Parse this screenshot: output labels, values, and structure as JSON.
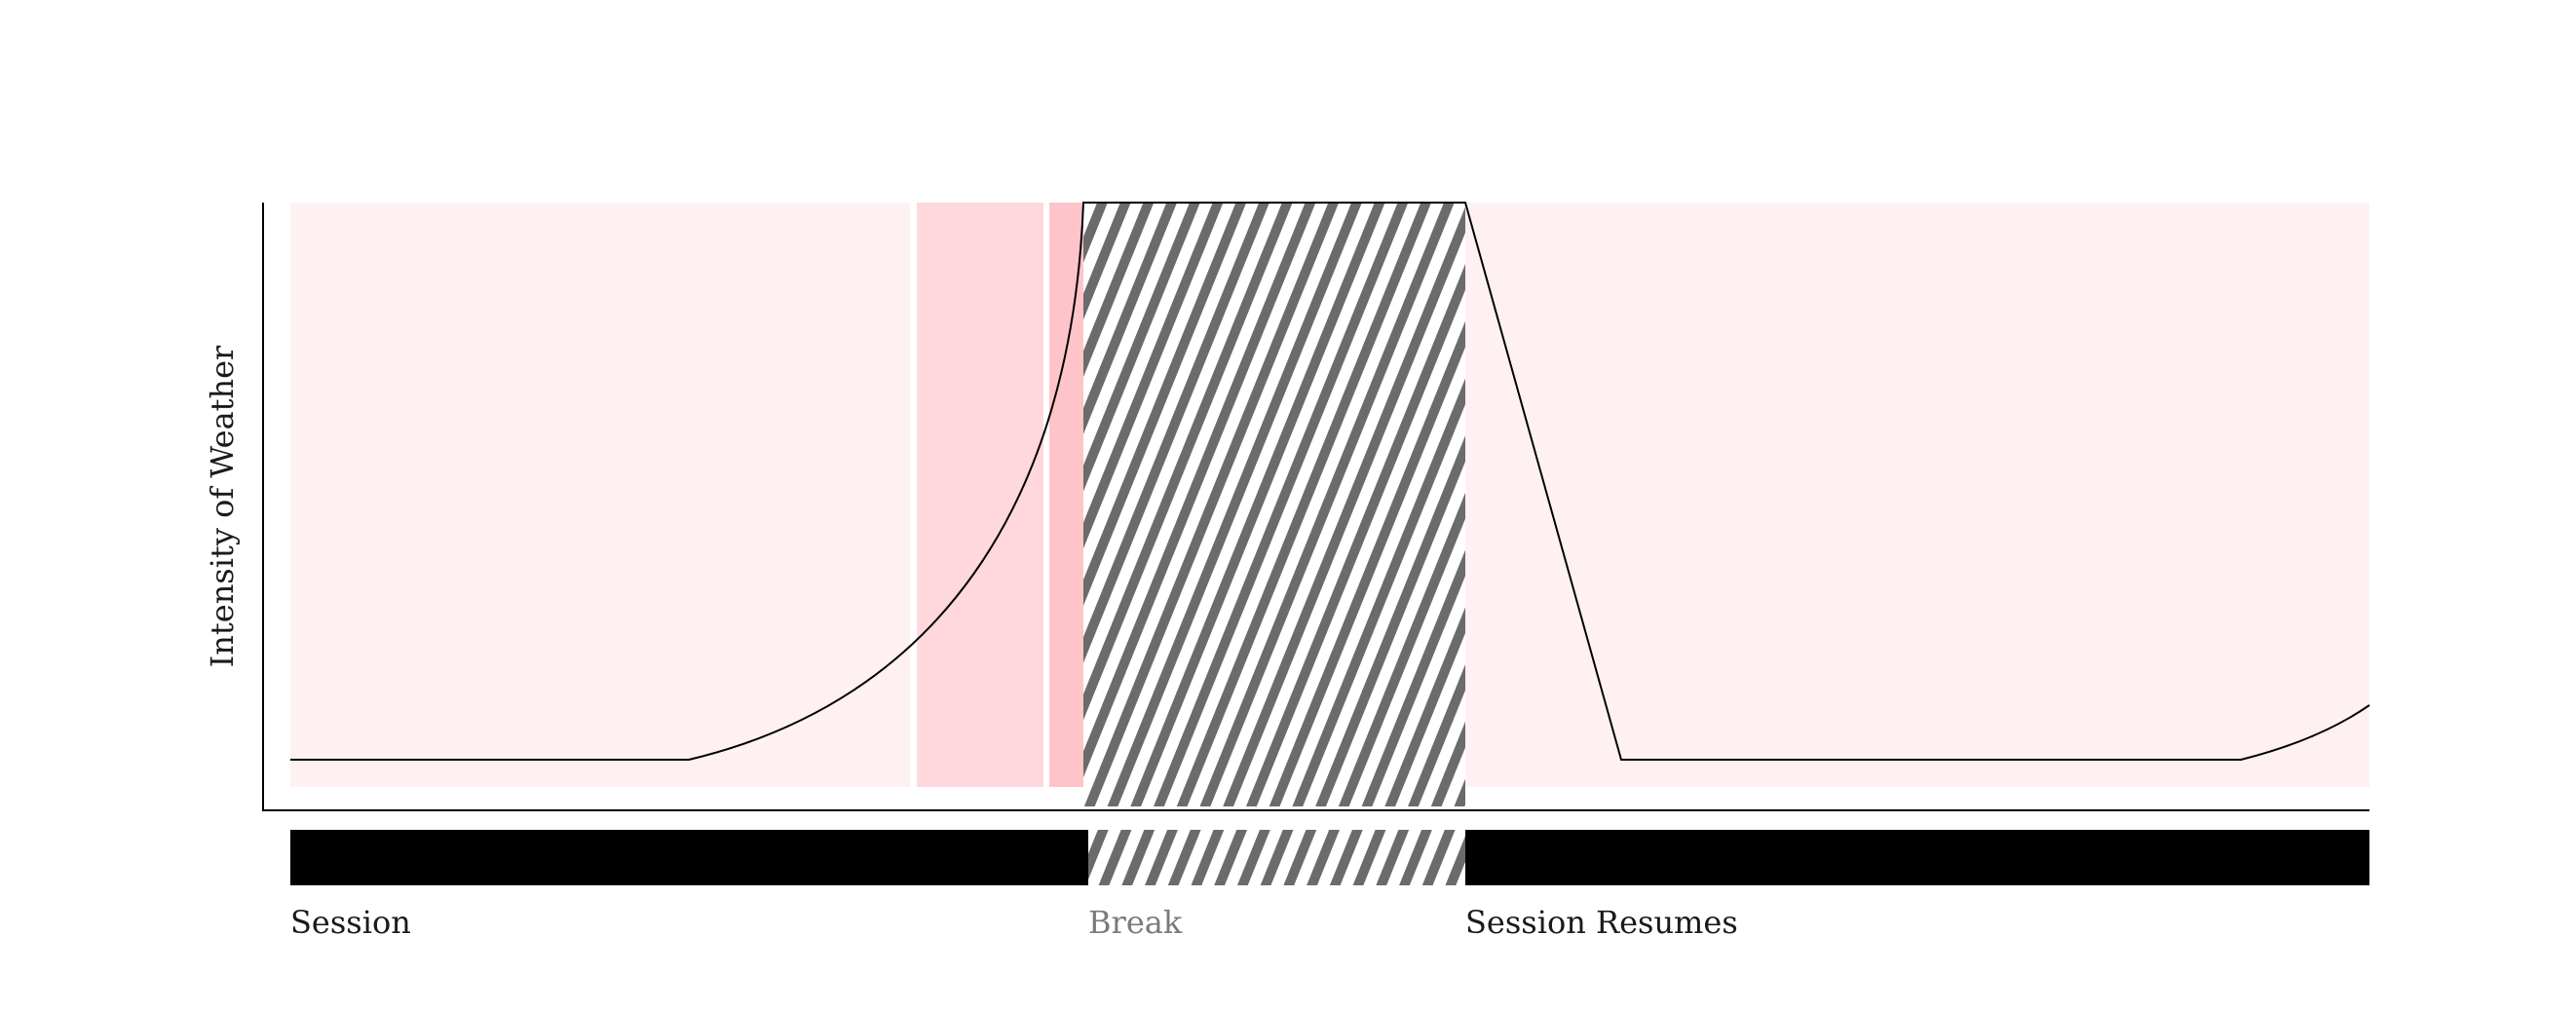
{
  "y_axis": {
    "label": "Intensity of Weather"
  },
  "phases": [
    {
      "label": "Session",
      "style": "solid"
    },
    {
      "label": "Break",
      "style": "hatched"
    },
    {
      "label": "Session Resumes",
      "style": "solid"
    }
  ],
  "colors": {
    "background_band": "#fff1f2",
    "mid_band": "#ffd8de",
    "high_band": "#ffc4c9",
    "hatch": "#6b6b6b",
    "timeline": "#000000",
    "curve": "#000000",
    "muted_label": "#7a7a7a"
  }
}
